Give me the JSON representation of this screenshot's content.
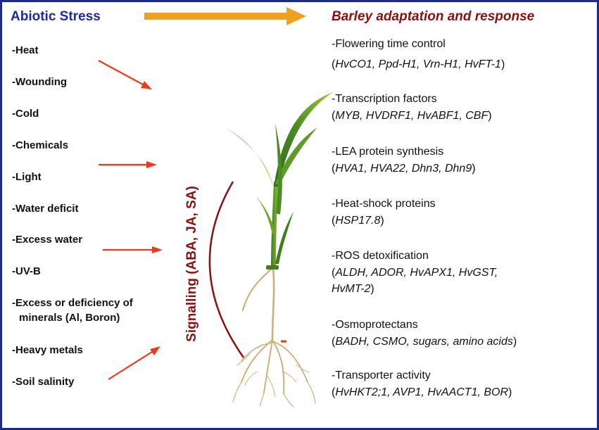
{
  "header": {
    "left_title": "Abiotic Stress",
    "right_title": "Barley adaptation and response"
  },
  "stresses": [
    "-Heat",
    "-Wounding",
    "-Cold",
    "-Chemicals",
    "-Light",
    "-Water deficit",
    "-Excess water",
    "-UV-B",
    "-Excess or deficiency of",
    "minerals (Al, Boron)",
    "-Heavy metals",
    "-Soil salinity"
  ],
  "signalling": "Signalling (ABA, JA, SA)",
  "responses": [
    {
      "label": "-Flowering time control",
      "genes": [
        "(",
        "HvCO1, Ppd-H1, Vrn-H1, HvFT-1",
        ")"
      ]
    },
    {
      "label": "-Transcription factors",
      "genes": [
        "(",
        "MYB, HVDRF1, HvABF1, CBF",
        ")"
      ]
    },
    {
      "label": "-LEA protein synthesis",
      "genes": [
        "(",
        "HVA1, HVA22, Dhn3, Dhn9",
        ")"
      ]
    },
    {
      "label": "-Heat-shock proteins",
      "genes": [
        "(",
        "HSP17.8",
        ")"
      ]
    },
    {
      "label": "-ROS detoxification",
      "genes": [
        "(",
        "ALDH, ADOR, HvAPX1, HvGST,",
        ""
      ],
      "genes2": [
        "",
        "HvMT-2",
        ")"
      ]
    },
    {
      "label": "-Osmoprotectans",
      "genes": [
        "(",
        "BADH, CSMO, sugars, amino acids",
        ")"
      ]
    },
    {
      "label": "-Transporter activity",
      "genes": [
        "(",
        "HvHKT2;1, AVP1, HvAACT1, BOR",
        ")"
      ]
    }
  ],
  "colors": {
    "border": "#1c2a8a",
    "left_title": "#1f2a9c",
    "right_title": "#8b1111",
    "big_arrow": "#f0a020",
    "small_arrows": "#ee3a1c",
    "signalling_arc": "#8b1111"
  }
}
